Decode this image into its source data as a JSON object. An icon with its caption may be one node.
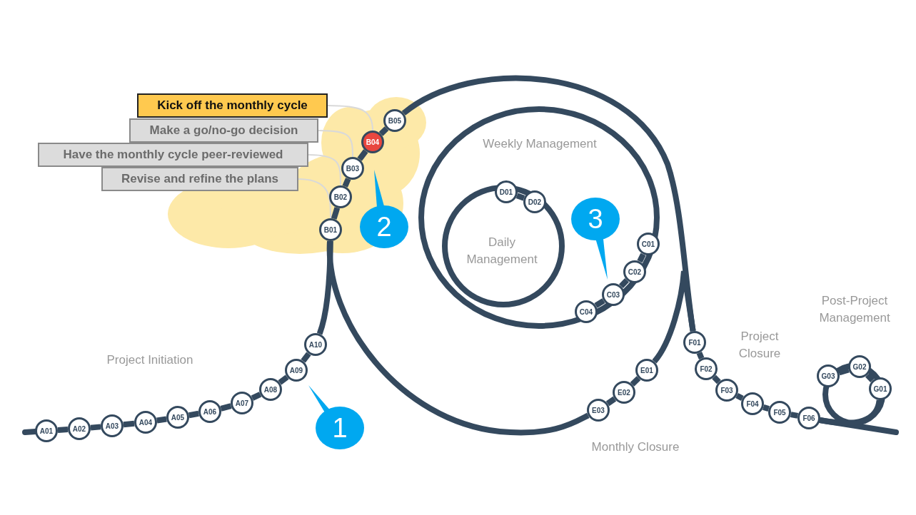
{
  "diagram": {
    "nodes": [
      {
        "text": [
          "Kick off the monthly cycle"
        ]
      },
      {
        "text": [
          "Make a go/no-go decision"
        ]
      },
      {
        "text": [
          "Have the monthly cycle peer-reviewed"
        ]
      },
      {
        "text": [
          "Revise and refine the plans"
        ]
      },
      {
        "text": [
          "A01"
        ]
      },
      {
        "text": [
          "A02"
        ]
      },
      {
        "text": [
          "A03"
        ]
      },
      {
        "text": [
          "A04"
        ]
      },
      {
        "text": [
          "A05"
        ]
      },
      {
        "text": [
          "A06"
        ]
      },
      {
        "text": [
          "A07"
        ]
      },
      {
        "text": [
          "A08"
        ]
      },
      {
        "text": [
          "A09"
        ]
      },
      {
        "text": [
          "A10"
        ]
      },
      {
        "text": [
          "B01"
        ]
      },
      {
        "text": [
          "B02"
        ]
      },
      {
        "text": [
          "B03"
        ]
      },
      {
        "text": [
          "B04"
        ]
      },
      {
        "text": [
          "B05"
        ]
      },
      {
        "text": [
          "C01"
        ]
      },
      {
        "text": [
          "C02"
        ]
      },
      {
        "text": [
          "C03"
        ]
      },
      {
        "text": [
          "C04"
        ]
      },
      {
        "text": [
          "D01"
        ]
      },
      {
        "text": [
          "D02"
        ]
      },
      {
        "text": [
          "E01"
        ]
      },
      {
        "text": [
          "E02"
        ]
      },
      {
        "text": [
          "E03"
        ]
      },
      {
        "text": [
          "F01"
        ]
      },
      {
        "text": [
          "F02"
        ]
      },
      {
        "text": [
          "F03"
        ]
      },
      {
        "text": [
          "F04"
        ]
      },
      {
        "text": [
          "F05"
        ]
      },
      {
        "text": [
          "F06"
        ]
      },
      {
        "text": [
          "G01"
        ]
      },
      {
        "text": [
          "G02"
        ]
      },
      {
        "text": [
          "G03"
        ]
      },
      {
        "text": [
          "1"
        ]
      },
      {
        "text": [
          "2"
        ]
      },
      {
        "text": [
          "3"
        ]
      }
    ],
    "edges": [
      {
        "from": 0,
        "to": 17,
        "arrow": "none",
        "color": "#d9d9d9"
      },
      {
        "from": 1,
        "to": 16,
        "arrow": "none",
        "color": "#d9d9d9"
      },
      {
        "from": 2,
        "to": 15,
        "arrow": "none",
        "color": "#d9d9d9"
      },
      {
        "from": 3,
        "to": 14,
        "arrow": "none",
        "color": "#d9d9d9"
      },
      {
        "from": 4,
        "to": 5,
        "arrow": "none"
      },
      {
        "from": 5,
        "to": 6,
        "arrow": "none"
      },
      {
        "from": 6,
        "to": 7,
        "arrow": "none"
      },
      {
        "from": 7,
        "to": 8,
        "arrow": "none"
      },
      {
        "from": 8,
        "to": 9,
        "arrow": "none"
      },
      {
        "from": 9,
        "to": 10,
        "arrow": "none"
      },
      {
        "from": 10,
        "to": 11,
        "arrow": "none"
      },
      {
        "from": 11,
        "to": 12,
        "arrow": "none"
      },
      {
        "from": 12,
        "to": 13,
        "arrow": "none"
      },
      {
        "from": 13,
        "to": 14,
        "arrow": "none"
      },
      {
        "from": 14,
        "to": 15,
        "arrow": "none"
      },
      {
        "from": 15,
        "to": 16,
        "arrow": "none"
      },
      {
        "from": 16,
        "to": 17,
        "arrow": "none"
      },
      {
        "from": 17,
        "to": 18,
        "arrow": "none"
      },
      {
        "from": 19,
        "to": 20,
        "arrow": "none"
      },
      {
        "from": 20,
        "to": 21,
        "arrow": "none"
      },
      {
        "from": 21,
        "to": 22,
        "arrow": "none"
      },
      {
        "from": 23,
        "to": 24,
        "arrow": "none"
      },
      {
        "from": 25,
        "to": 26,
        "arrow": "none"
      },
      {
        "from": 26,
        "to": 27,
        "arrow": "none"
      },
      {
        "from": 28,
        "to": 29,
        "arrow": "none"
      },
      {
        "from": 29,
        "to": 30,
        "arrow": "none"
      },
      {
        "from": 30,
        "to": 31,
        "arrow": "none"
      },
      {
        "from": 31,
        "to": 32,
        "arrow": "none"
      },
      {
        "from": 32,
        "to": 33,
        "arrow": "none"
      },
      {
        "from": 33,
        "to": 34,
        "arrow": "none"
      },
      {
        "from": 34,
        "to": 35,
        "arrow": "none"
      },
      {
        "from": 35,
        "to": 36,
        "arrow": "none"
      },
      {
        "from": 18,
        "to": 28,
        "arrow": "none"
      },
      {
        "from": 14,
        "to": 27,
        "arrow": "none"
      },
      {
        "from": 25,
        "to": 28,
        "arrow": "none"
      }
    ],
    "labels": [
      "Weekly Management",
      "Daily Management",
      "Project Initiation",
      "Post-Project Management",
      "Project Closure",
      "Monthly Closure"
    ]
  }
}
